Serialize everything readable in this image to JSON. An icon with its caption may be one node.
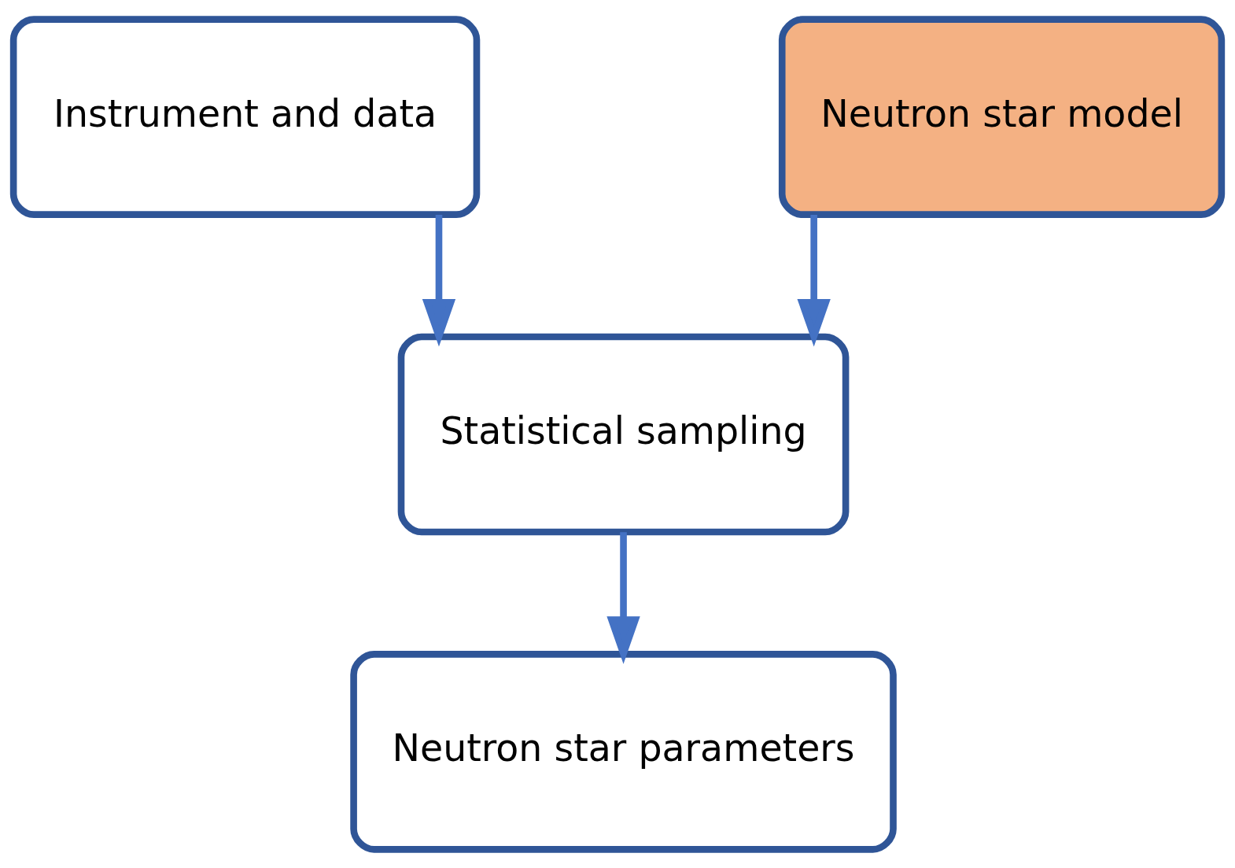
{
  "diagram": {
    "nodes": [
      {
        "text": [
          "Instrument and data"
        ]
      },
      {
        "text": [
          "Neutron star model"
        ]
      },
      {
        "text": [
          "Statistical sampling"
        ]
      },
      {
        "text": [
          "Neutron star parameters"
        ]
      }
    ],
    "edges": [
      {
        "from": 0,
        "to": 2,
        "arrow": "to"
      },
      {
        "from": 1,
        "to": 2,
        "arrow": "to"
      },
      {
        "from": 2,
        "to": 3,
        "arrow": "to"
      }
    ]
  }
}
